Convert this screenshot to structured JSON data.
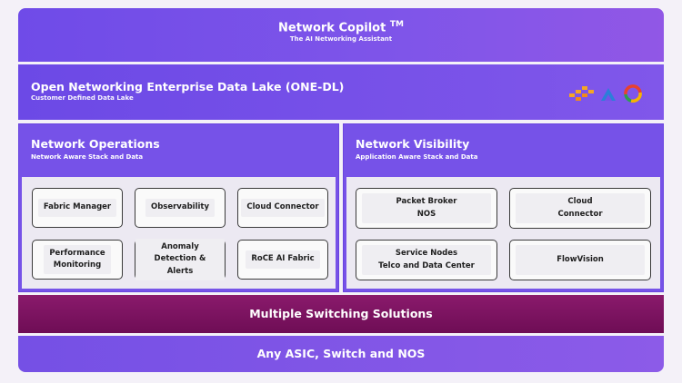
{
  "copilot": {
    "title": "Network Copilot",
    "tm": "TM",
    "subtitle": "The AI Networking Assistant"
  },
  "data_lake": {
    "title": "Open Networking Enterprise Data Lake (ONE-DL)",
    "subtitle": "Customer Defined Data Lake",
    "logo_icons": [
      "cluster-logo-icon",
      "triangle-logo-icon",
      "ring-logo-icon"
    ]
  },
  "network_operations": {
    "title": "Network Operations",
    "subtitle": "Network Aware Stack and Data",
    "items": [
      "Fabric Manager",
      "Observability",
      "Cloud Connector",
      "Performance\nMonitoring",
      "Anomaly\nDetection & Alerts",
      "RoCE AI Fabric"
    ]
  },
  "network_visibility": {
    "title": "Network Visibility",
    "subtitle": "Application Aware Stack and Data",
    "items": [
      "Packet Broker\nNOS",
      "Cloud\nConnector",
      "Service Nodes\nTelco and Data Center",
      "FlowVision"
    ]
  },
  "switching": {
    "title": "Multiple Switching Solutions"
  },
  "asic": {
    "title": "Any ASIC, Switch and NOS"
  },
  "colors": {
    "purple": "#7652e8",
    "magenta": "#7a1260",
    "card_bg": "#fafafa"
  }
}
